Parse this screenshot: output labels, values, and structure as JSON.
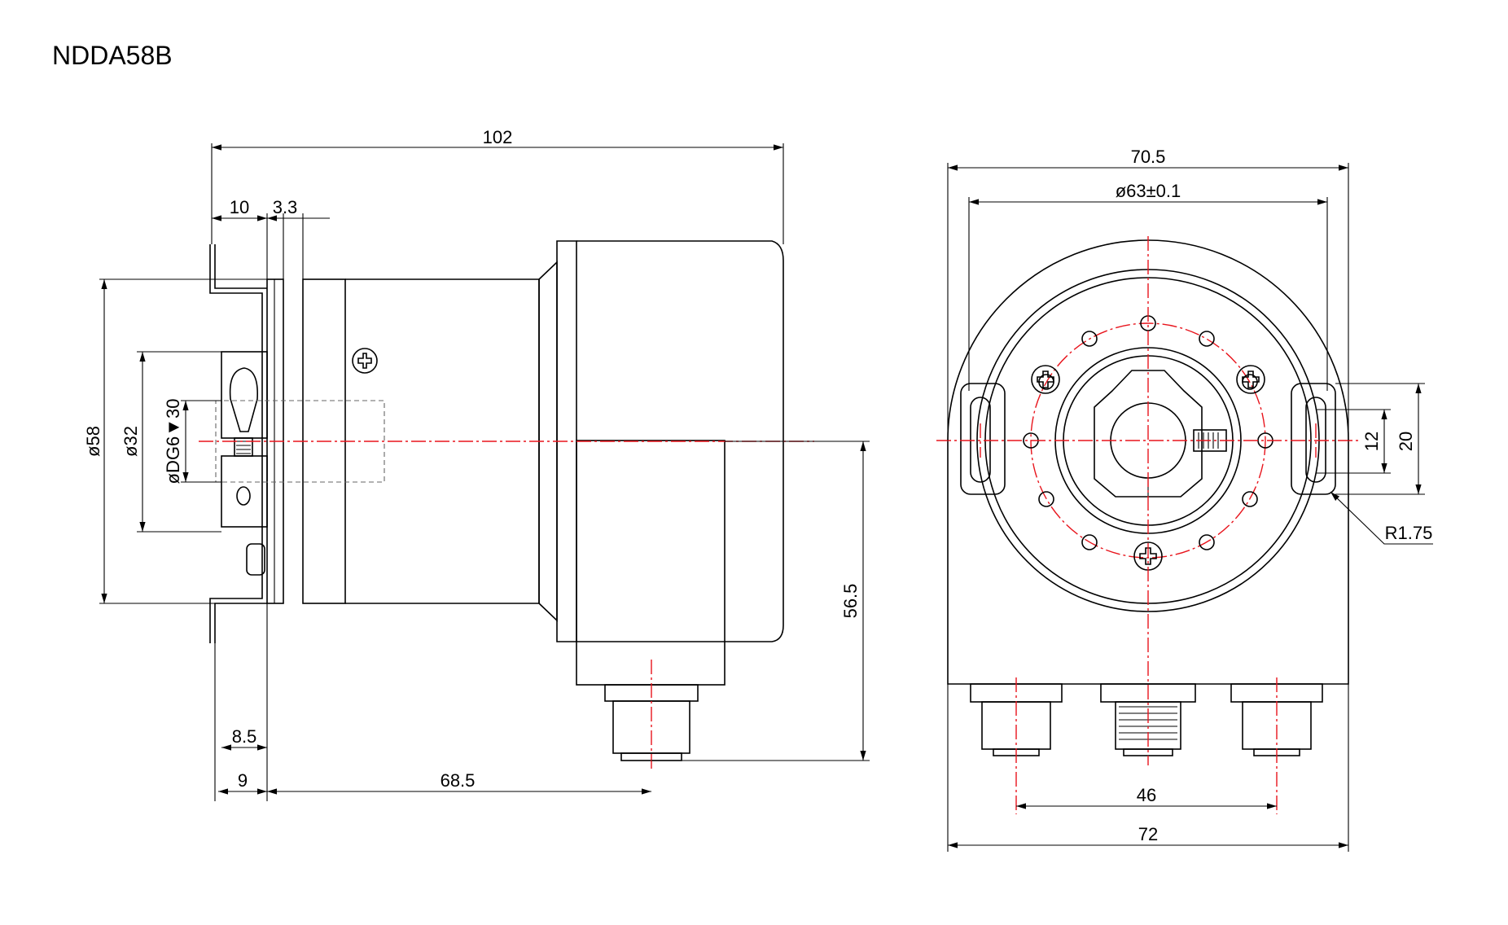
{
  "title": "NDDA58B",
  "dimensions": {
    "d102": "102",
    "d10": "10",
    "d3_3": "3.3",
    "d58": "ø58",
    "d32": "ø32",
    "dDG6": "øDG6▼30",
    "d56_5": "56.5",
    "d8_5": "8.5",
    "d9": "9",
    "d68_5": "68.5",
    "d70_5": "70.5",
    "d63": "ø63±0.1",
    "d12": "12",
    "d20": "20",
    "dR175": "R1.75",
    "d46": "46",
    "d72": "72"
  },
  "colors": {
    "line": "#000000",
    "centerline": "#e8141c"
  }
}
